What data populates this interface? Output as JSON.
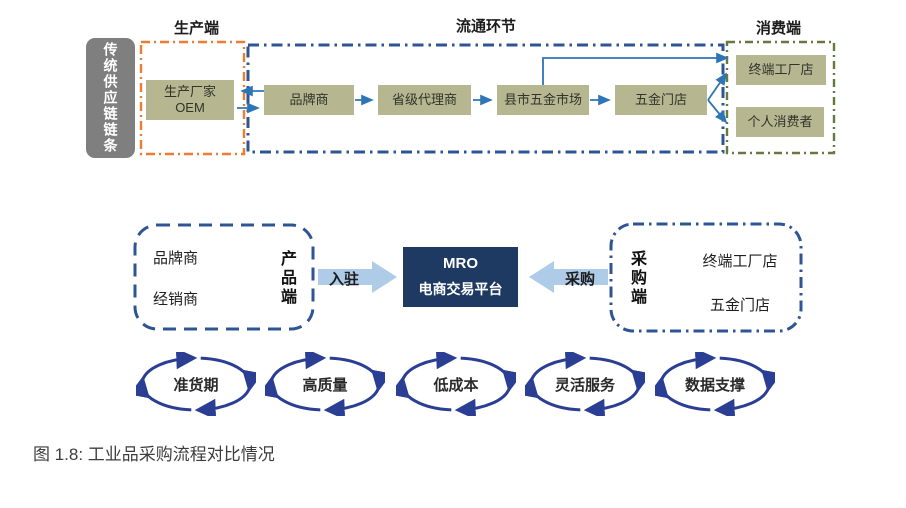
{
  "caption": "图 1.8: 工业品采购流程对比情况",
  "colors": {
    "node_fill": "#b6b691",
    "platform_navy": "#1e3a62",
    "block_arrow_blue": "#aecbe8",
    "connector_blue": "#2e75b6",
    "dash_blue": "#2e5496",
    "dash_orange": "#ed7d31",
    "dash_green": "#66793f",
    "sidebar_gray": "#7f7f7f",
    "cycle_blue": "#2a3e94"
  },
  "traditional_chain": {
    "sidebar_label": "传统供应链链条",
    "production_section_label": "生产端",
    "circulation_section_label": "流通环节",
    "consumption_section_label": "消费端",
    "nodes": {
      "oem_line1": "生产厂家",
      "oem_line2": "OEM",
      "brand": "品牌商",
      "provincial_agent": "省级代理商",
      "county_market": "县市五金市场",
      "hardware_store": "五金门店",
      "terminal_factory_store": "终端工厂店",
      "individual_consumer": "个人消费者"
    }
  },
  "platform_flow": {
    "product_side_label": "产品端",
    "product_items": [
      "品牌商",
      "经销商"
    ],
    "onboard_label": "入驻",
    "platform_line1": "MRO",
    "platform_line2": "电商交易平台",
    "purchase_label": "采购",
    "purchase_side_label": "采购端",
    "purchase_items": [
      "终端工厂店",
      "五金门店"
    ],
    "advantages": [
      "准货期",
      "高质量",
      "低成本",
      "灵活服务",
      "数据支撑"
    ]
  }
}
